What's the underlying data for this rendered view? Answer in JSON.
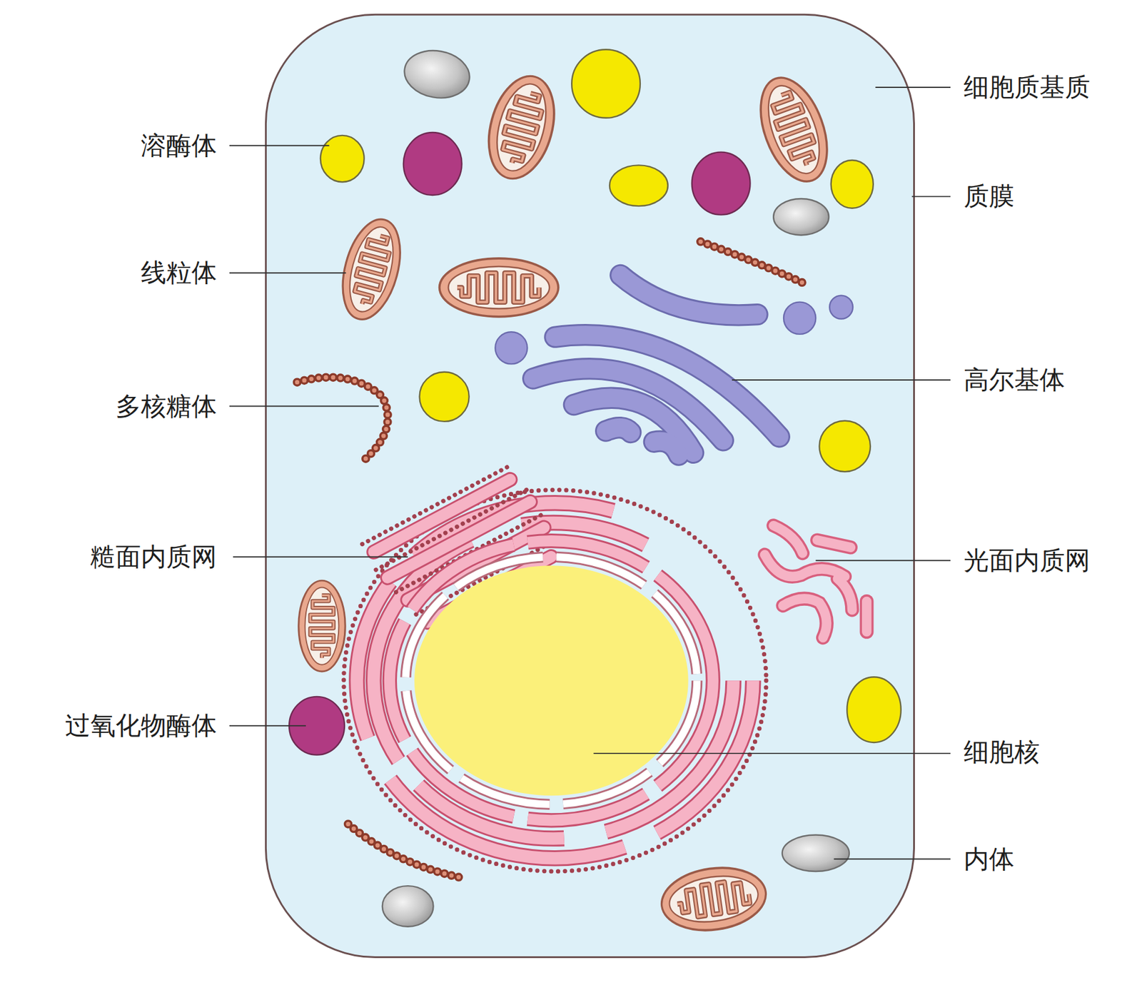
{
  "diagram": {
    "labels": [
      "细胞质基质",
      "溶酶体",
      "质膜",
      "线粒体",
      "高尔基体",
      "多核糖体",
      "糙面内质网",
      "光面内质网",
      "过氧化物酶体",
      "细胞核",
      "内体"
    ]
  }
}
